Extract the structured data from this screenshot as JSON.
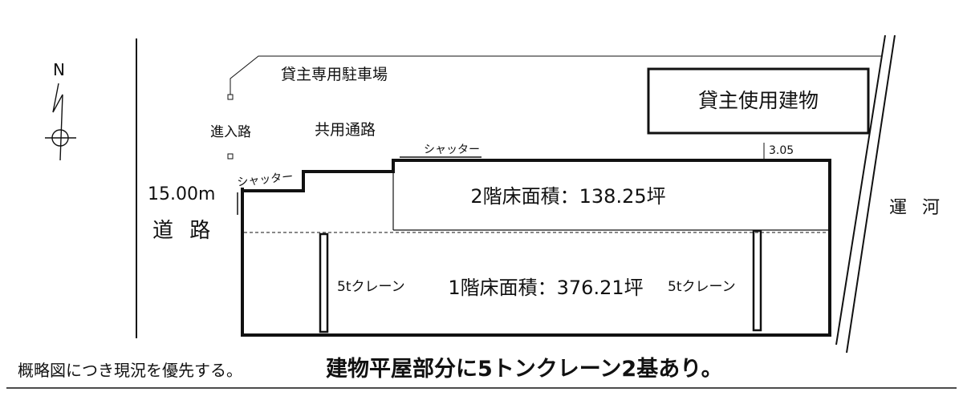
{
  "compass": {
    "label": "N",
    "icon": "north-arrow-icon"
  },
  "labels": {
    "parking": "貸主専用駐車場",
    "lessor_building": "貸主使用建物",
    "entry_road": "進入路",
    "shared_passage": "共用通路",
    "shutter_left": "シャッター",
    "shutter_top": "シャッター",
    "dimension": "3.05",
    "road_width": "15.00m",
    "road": "道 路",
    "canal": "運 河",
    "floor2": "2階床面積：138.25坪",
    "floor1": "1階床面積：376.21坪",
    "crane_left": "5tクレーン",
    "crane_right": "5tクレーン"
  },
  "footer": {
    "note": "概略図につき現況を優先する。",
    "highlight": "建物平屋部分に5トンクレーン2基あり。"
  },
  "colors": {
    "ink": "#111111",
    "background": "#ffffff"
  }
}
